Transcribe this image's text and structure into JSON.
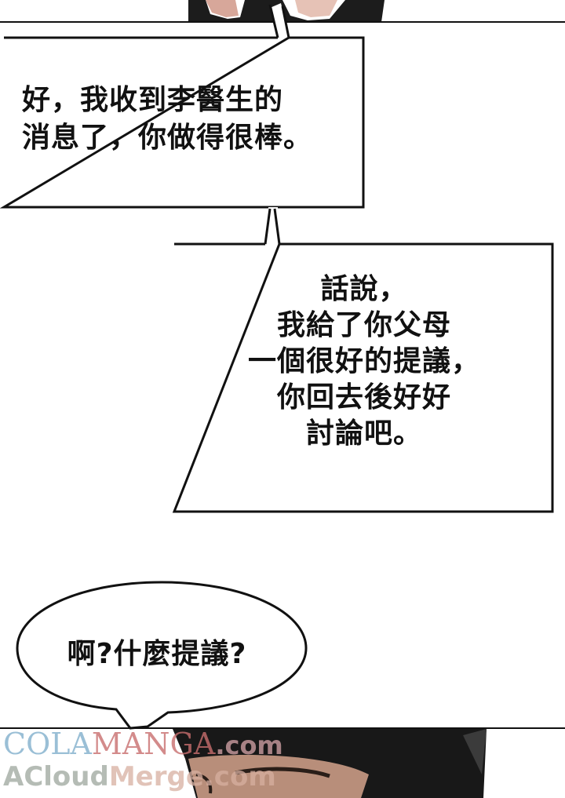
{
  "bubbles": {
    "top_box": {
      "text": "好，我收到李醫生的\n消息了，你做得很棒。"
    },
    "middle_box": {
      "text": "話說，\n我給了你父母\n一個很好的提議，\n你回去後好好\n討論吧。"
    },
    "oval": {
      "text": "啊?什麼提議?"
    }
  },
  "watermark": {
    "line1_part1": "COLA",
    "line1_part2": "MANGA",
    "line1_part3": ".com",
    "line2_part1": "ACloud",
    "line2_part2": "Merge.com"
  }
}
